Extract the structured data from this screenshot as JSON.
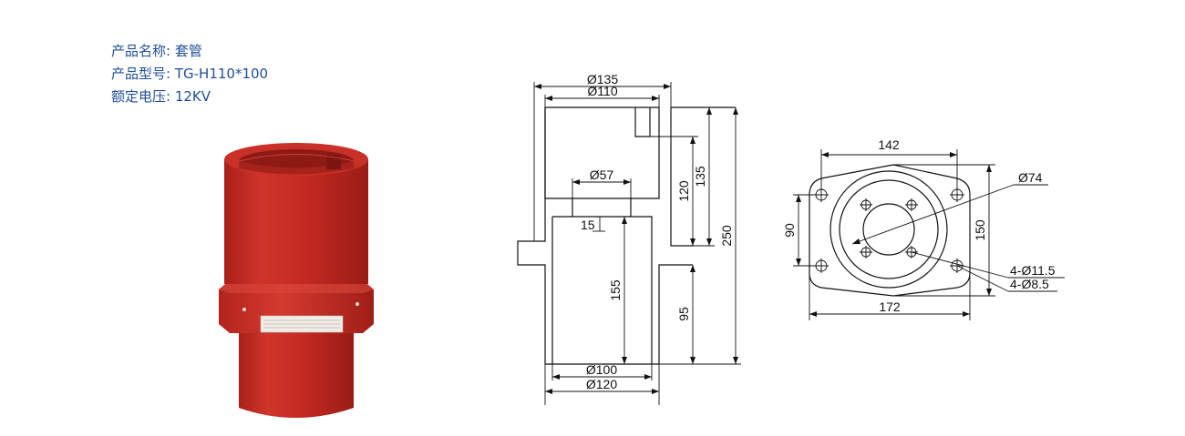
{
  "product": {
    "name_label": "产品名称:",
    "name_value": "套管",
    "model_label": "产品型号:",
    "model_value": "TG-H110*100",
    "voltage_label": "额定电压:",
    "voltage_value": "12KV"
  },
  "colors": {
    "info_text": "#1f4f99",
    "bushing_body": "#c42a22",
    "bushing_shadow": "#8e1a15",
    "drawing_line": "#111111"
  },
  "side_view": {
    "d_outer_top": "Ø135",
    "d_inner_top": "Ø110",
    "d_center_hole": "Ø57",
    "d_lower_inner": "Ø100",
    "d_lower_outer": "Ø120",
    "h_step": "15",
    "h_lower": "155",
    "h_upper_inner": "120",
    "h_upper": "135",
    "h_total": "250",
    "h_flange_to_bottom": "95"
  },
  "top_view": {
    "w_hole_spacing": "142",
    "w_flange": "172",
    "h_hole_spacing": "90",
    "h_flange": "150",
    "d_center": "Ø74",
    "holes_large": "4-Ø11.5",
    "holes_small": "4-Ø8.5"
  }
}
